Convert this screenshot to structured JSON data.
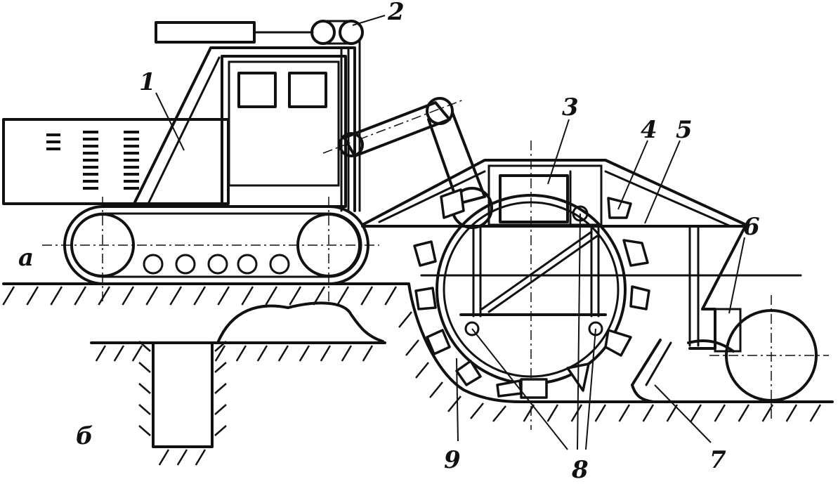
{
  "labels": {
    "n1": "1",
    "n2": "2",
    "n3": "3",
    "n4": "4",
    "n5": "5",
    "n6": "6",
    "n7": "7",
    "n8": "8",
    "n9": "9",
    "a": "а",
    "b": "б"
  },
  "colors": {
    "ink": "#111111",
    "paper": "#ffffff"
  }
}
